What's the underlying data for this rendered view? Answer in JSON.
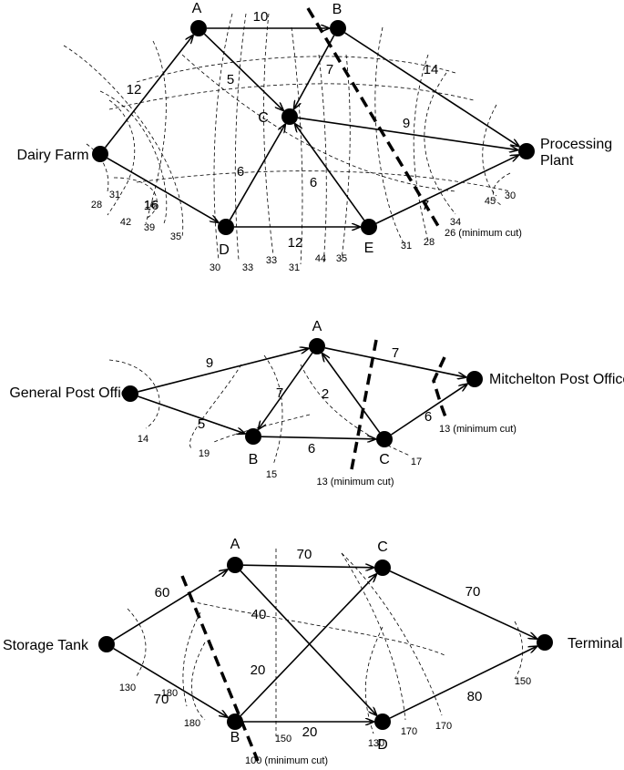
{
  "networks": [
    {
      "name": "dairy",
      "nodes": [
        {
          "id": "S",
          "label": "Dairy Farm"
        },
        {
          "id": "A",
          "label": "A"
        },
        {
          "id": "B",
          "label": "B"
        },
        {
          "id": "C",
          "label": "C"
        },
        {
          "id": "D",
          "label": "D"
        },
        {
          "id": "E",
          "label": "E"
        },
        {
          "id": "T",
          "label": "Processing",
          "label2": "Plant"
        }
      ],
      "edges": [
        {
          "from": "S",
          "to": "A",
          "weight": "12"
        },
        {
          "from": "S",
          "to": "D",
          "weight": "16"
        },
        {
          "from": "A",
          "to": "B",
          "weight": "10"
        },
        {
          "from": "A",
          "to": "C",
          "weight": "5"
        },
        {
          "from": "B",
          "to": "C",
          "weight": "7"
        },
        {
          "from": "B",
          "to": "T",
          "weight": "14"
        },
        {
          "from": "C",
          "to": "T",
          "weight": "9"
        },
        {
          "from": "D",
          "to": "C",
          "weight": "6"
        },
        {
          "from": "E",
          "to": "C",
          "weight": "6"
        },
        {
          "from": "D",
          "to": "E",
          "weight": "12"
        },
        {
          "from": "E",
          "to": "T",
          "weight": "7"
        }
      ],
      "cut_values": [
        "28",
        "31",
        "42",
        "16",
        "39",
        "35",
        "30",
        "33",
        "33",
        "31",
        "44",
        "35",
        "31",
        "28",
        "34",
        "45",
        "30"
      ],
      "min_cut_label": "26 (minimum  cut)"
    },
    {
      "name": "post",
      "nodes": [
        {
          "id": "S",
          "label": "General Post Office"
        },
        {
          "id": "A",
          "label": "A"
        },
        {
          "id": "B",
          "label": "B"
        },
        {
          "id": "C",
          "label": "C"
        },
        {
          "id": "T",
          "label": "Mitchelton Post Office"
        }
      ],
      "edges": [
        {
          "from": "S",
          "to": "A",
          "weight": "9"
        },
        {
          "from": "S",
          "to": "B",
          "weight": "5"
        },
        {
          "from": "A",
          "to": "B",
          "weight": "7"
        },
        {
          "from": "C",
          "to": "A",
          "weight": "2"
        },
        {
          "from": "A",
          "to": "T",
          "weight": "7"
        },
        {
          "from": "B",
          "to": "C",
          "weight": "6"
        },
        {
          "from": "C",
          "to": "T",
          "weight": "6"
        }
      ],
      "cut_values": [
        "14",
        "19",
        "15",
        "17"
      ],
      "min_cut_labels": [
        "13 (minimum  cut)",
        "13 (minimum  cut)"
      ]
    },
    {
      "name": "tank",
      "nodes": [
        {
          "id": "S",
          "label": "Storage Tank"
        },
        {
          "id": "A",
          "label": "A"
        },
        {
          "id": "B",
          "label": "B"
        },
        {
          "id": "C",
          "label": "C"
        },
        {
          "id": "D",
          "label": "D"
        },
        {
          "id": "T",
          "label": "Terminal"
        }
      ],
      "edges": [
        {
          "from": "S",
          "to": "A",
          "weight": "60"
        },
        {
          "from": "S",
          "to": "B",
          "weight": "70"
        },
        {
          "from": "A",
          "to": "C",
          "weight": "70"
        },
        {
          "from": "A",
          "to": "D",
          "weight": "40"
        },
        {
          "from": "B",
          "to": "C",
          "weight": "20"
        },
        {
          "from": "B",
          "to": "D",
          "weight": "20"
        },
        {
          "from": "C",
          "to": "T",
          "weight": "70"
        },
        {
          "from": "D",
          "to": "T",
          "weight": "80"
        }
      ],
      "cut_values": [
        "130",
        "180",
        "180",
        "150",
        "130",
        "170",
        "170",
        "150"
      ],
      "min_cut_label": "100 (minimum  cut)"
    }
  ]
}
